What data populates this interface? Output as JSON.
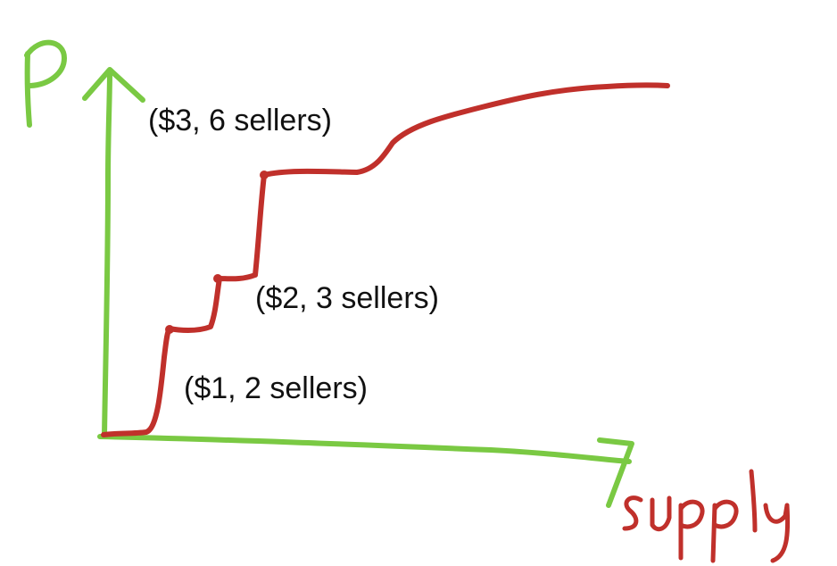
{
  "diagram": {
    "axis_y_label": "P",
    "axis_x_label": "supply",
    "points": [
      {
        "label": "($1, 2 sellers)",
        "price": 1,
        "sellers": 2
      },
      {
        "label": "($2, 3 sellers)",
        "price": 2,
        "sellers": 3
      },
      {
        "label": "($3, 6 sellers)",
        "price": 3,
        "sellers": 6
      }
    ],
    "colors": {
      "axes": "#7ac943",
      "curve": "#c0302b",
      "text": "#111111"
    }
  }
}
